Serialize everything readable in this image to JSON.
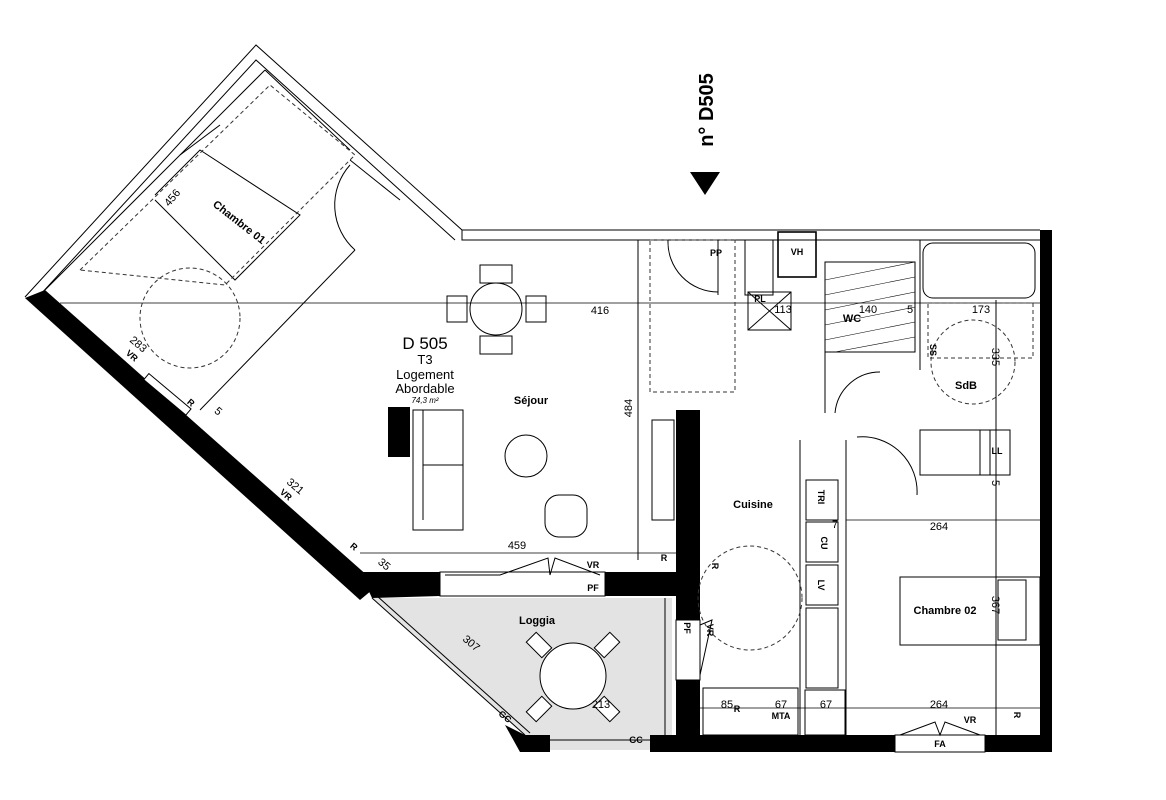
{
  "plan": {
    "unit_ref": "n° D505",
    "unit": {
      "code": "D 505",
      "type": "T3",
      "category_line1": "Logement",
      "category_line2": "Abordable",
      "area": "74,3 m²"
    },
    "rooms": {
      "sejour": "Séjour",
      "chambre01": "Chambre 01",
      "chambre02": "Chambre 02",
      "cuisine": "Cuisine",
      "loggia": "Loggia",
      "wc": "WC",
      "sdb": "SdB"
    },
    "equipment": {
      "pp": "PP",
      "vh": "VH",
      "pl": "PL",
      "ss": "SS",
      "ll": "LL",
      "tri": "TRI",
      "cu": "CU",
      "lv": "LV",
      "mta": "MTA",
      "pf": "PF",
      "gc": "GC",
      "fa": "FA",
      "vr": "VR",
      "r": "R"
    },
    "dimensions": [
      "416",
      "484",
      "459",
      "35",
      "321",
      "283",
      "456",
      "5",
      "113",
      "140",
      "5",
      "173",
      "335",
      "5",
      "264",
      "367",
      "264",
      "85",
      "67",
      "67",
      "213",
      "307",
      "7"
    ],
    "colors": {
      "wall": "#000000",
      "loggia_fill": "#e3e3e3"
    }
  }
}
